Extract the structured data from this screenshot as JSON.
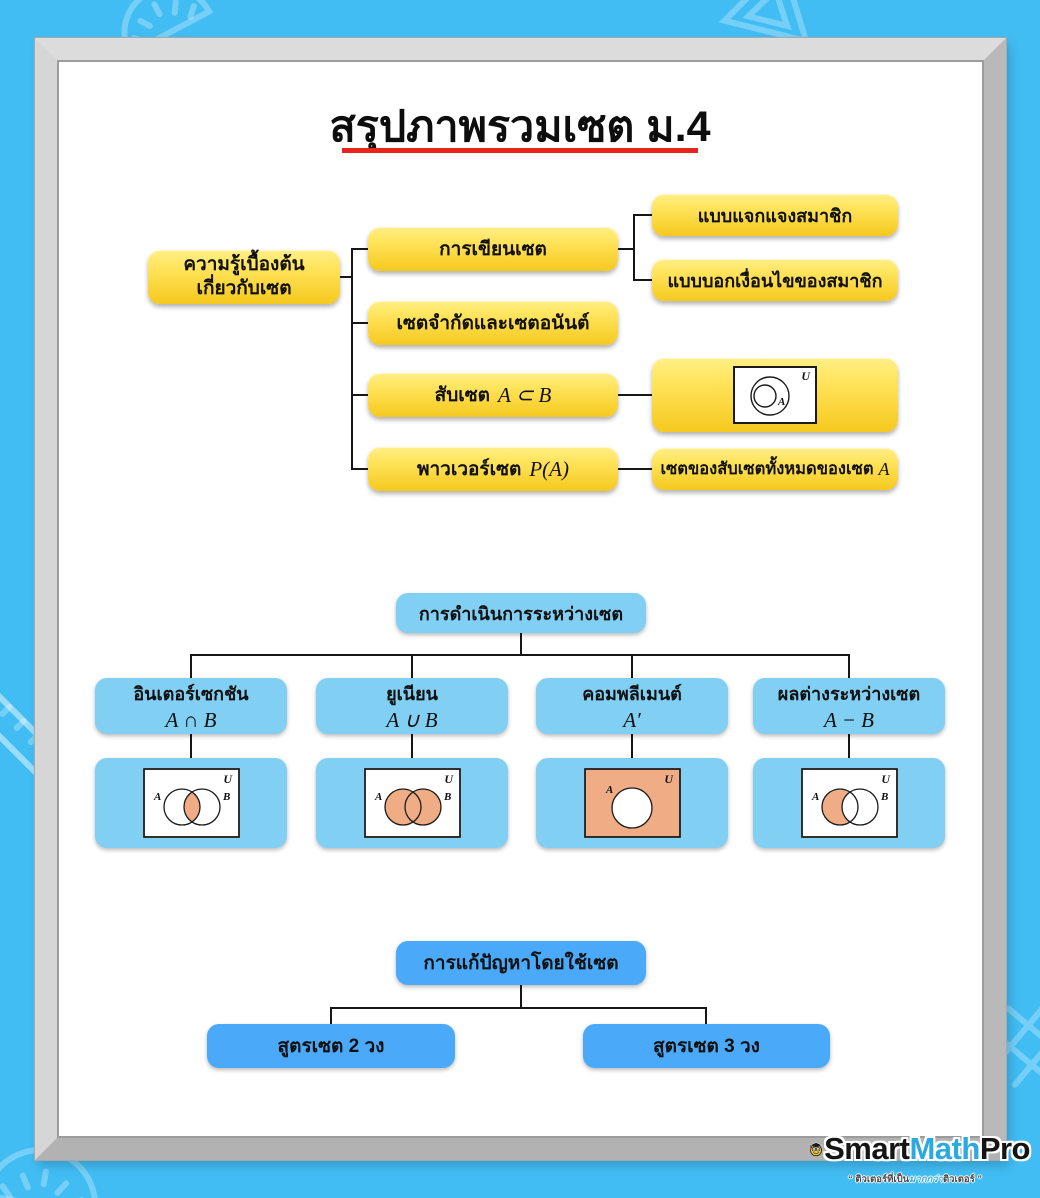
{
  "title": {
    "text": "สรุปภาพรวมเซต ม.4"
  },
  "colors": {
    "background": "#41bdf4",
    "yellow_top": "#ffef86",
    "yellow_bottom": "#f5c91e",
    "light_blue_box": "#82cff4",
    "dark_blue_box": "#4aa9f8",
    "underline_red": "#e8231c",
    "venn_shade": "#f0ad85",
    "logo_blue": "#2ba9e1"
  },
  "basics": {
    "root_line1": "ความรู้เบื้องต้น",
    "root_line2": "เกี่ยวกับเซต",
    "writing": "การเขียนเซต",
    "roster": "แบบแจกแจงสมาชิก",
    "condition": "แบบบอกเงื่อนไขของสมาชิก",
    "finite": "เซตจำกัดและเซตอนันต์",
    "subset_label": "สับเซต",
    "subset_math": "A ⊂ B",
    "powerset_label": "พาวเวอร์เซต",
    "powerset_math": "P(A)",
    "powerset_desc": "เซตของสับเซตทั้งหมดของเซต",
    "powerset_desc_math": "A",
    "venn": {
      "U": "U",
      "A": "A",
      "type": "subset"
    }
  },
  "operations": {
    "parent": "การดำเนินการระหว่างเซต",
    "items": [
      {
        "name": "อินเตอร์เซกชัน",
        "math": "A ∩ B",
        "venn": "intersection"
      },
      {
        "name": "ยูเนียน",
        "math": "A ∪ B",
        "venn": "union"
      },
      {
        "name": "คอมพลีเมนต์",
        "math": "A′",
        "venn": "complement"
      },
      {
        "name": "ผลต่างระหว่างเซต",
        "math": "A − B",
        "venn": "difference"
      }
    ],
    "venn_labels": {
      "U": "U",
      "A": "A",
      "B": "B"
    }
  },
  "solving": {
    "parent": "การแก้ปัญหาโดยใช้เซต",
    "two_circles": "สูตรเซต 2 วง",
    "three_circles": "สูตรเซต 3 วง"
  },
  "logo": {
    "smart": "Smart",
    "math": "Math",
    "pro": "Pro",
    "tagline_pre": "“ ติวเตอร์ที่เป็น",
    "tagline_highlight": "มากกว่า",
    "tagline_post": "ติวเตอร์ ”"
  }
}
